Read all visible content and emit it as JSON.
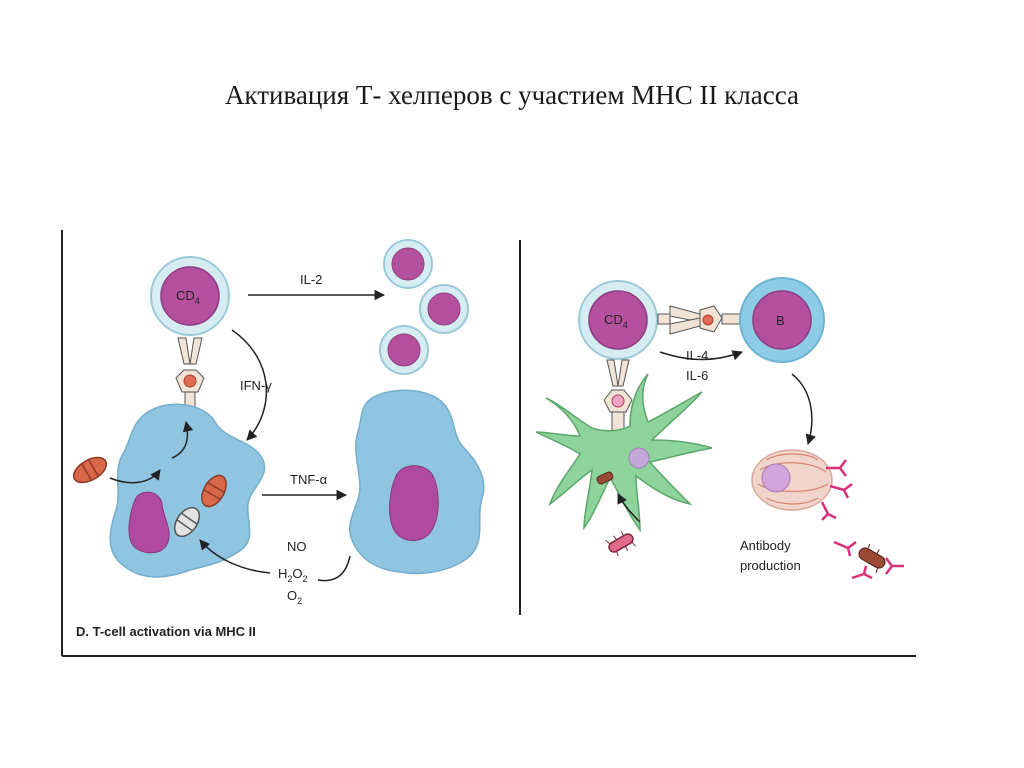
{
  "slide": {
    "title": "Активация Т- хелперов с участием МНС II класса"
  },
  "diagram": {
    "left_panel": {
      "cd4_label": "CD",
      "cd4_sub": "4",
      "il2": "IL-2",
      "ifn": "IFN-γ",
      "tnf": "TNF-α",
      "no": "NO",
      "h2o2": {
        "a": "H",
        "s1": "2",
        "b": "O",
        "s2": "2"
      },
      "o2": {
        "a": "O",
        "s": "2"
      },
      "caption": "D. T-cell activation via MHC II"
    },
    "right_panel": {
      "cd4_label": "CD",
      "cd4_sub": "4",
      "b_label": "B",
      "il4": "IL-4",
      "il6": "IL-6",
      "antibody_line1": "Antibody",
      "antibody_line2": "production"
    },
    "colors": {
      "cell_membrane": "#cde6ef",
      "nucleus": "#b04aa0",
      "macrophage": "#8fc5e0",
      "dendritic": "#8ed39b",
      "bacteria": "#d9674a",
      "antibody": "#d9307a"
    }
  }
}
